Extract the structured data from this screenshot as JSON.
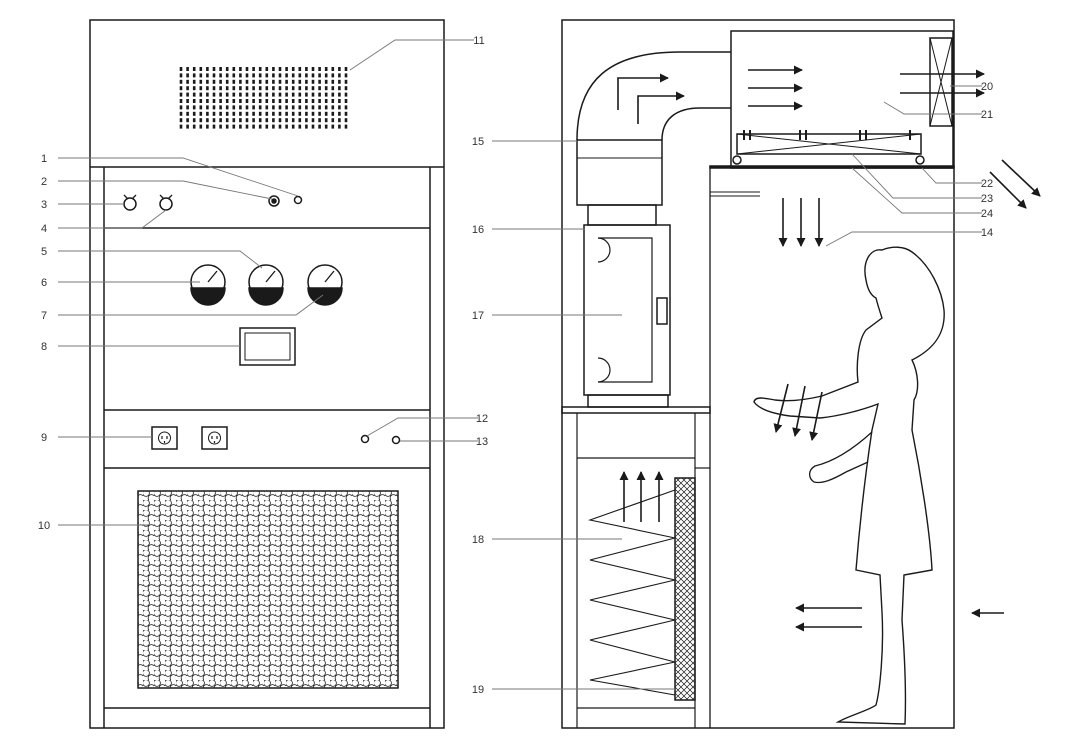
{
  "labels": [
    "1",
    "2",
    "3",
    "4",
    "5",
    "6",
    "7",
    "8",
    "9",
    "10",
    "11",
    "12",
    "13",
    "14",
    "15",
    "16",
    "17",
    "18",
    "19",
    "20",
    "21",
    "22",
    "23",
    "24"
  ],
  "colors": {
    "line": "#1a1a1a",
    "leader": "#777777",
    "fill": "#ffffff"
  }
}
